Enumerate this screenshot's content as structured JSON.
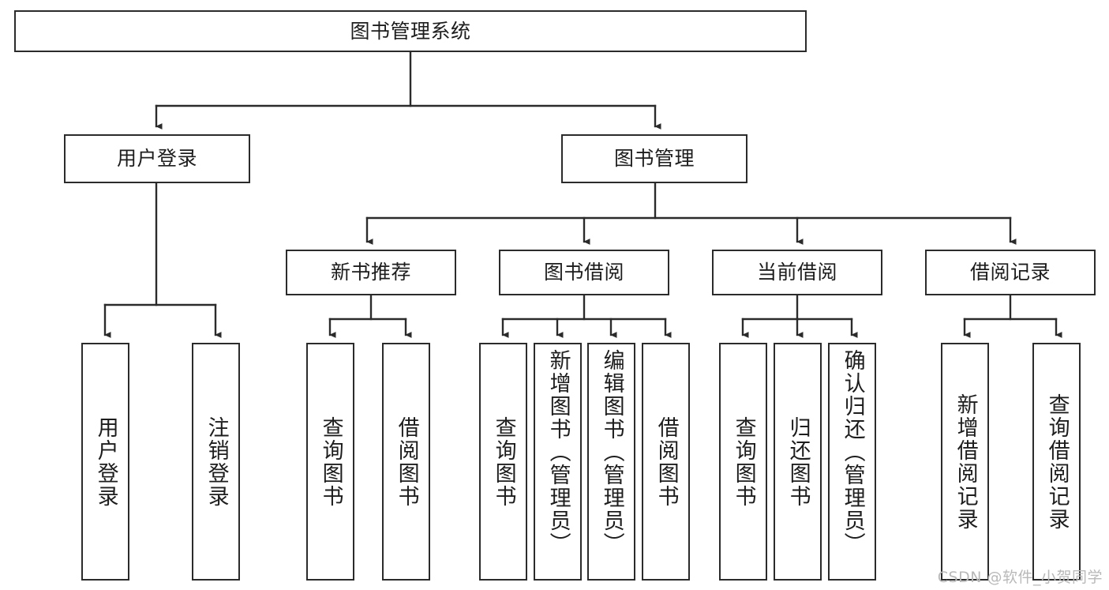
{
  "diagram": {
    "title": "图书管理系统",
    "type": "tree-hierarchy-chart",
    "stroke_color": "#2b2b2b",
    "fill_color": "#ffffff",
    "text_color": "#1d1d1d",
    "nodes": {
      "root": {
        "label": "图书管理系统",
        "level": 1,
        "orientation": "horizontal"
      },
      "l2": [
        {
          "label": "用户登录",
          "level": 2,
          "orientation": "horizontal"
        },
        {
          "label": "图书管理",
          "level": 2,
          "orientation": "horizontal"
        }
      ],
      "l3": [
        {
          "label": "新书推荐",
          "level": 3,
          "orientation": "horizontal"
        },
        {
          "label": "图书借阅",
          "level": 3,
          "orientation": "horizontal"
        },
        {
          "label": "当前借阅",
          "level": 3,
          "orientation": "horizontal"
        },
        {
          "label": "借阅记录",
          "level": 3,
          "orientation": "horizontal"
        }
      ],
      "leaves_user_login": [
        {
          "label": "用户登录",
          "orientation": "vertical"
        },
        {
          "label": "注销登录",
          "orientation": "vertical"
        }
      ],
      "leaves_new_book": [
        {
          "label": "查询图书",
          "orientation": "vertical"
        },
        {
          "label": "借阅图书",
          "orientation": "vertical"
        }
      ],
      "leaves_borrow": [
        {
          "label": "查询图书",
          "orientation": "vertical"
        },
        {
          "label": "新增图书（管理员）",
          "orientation": "vertical"
        },
        {
          "label": "编辑图书（管理员）",
          "orientation": "vertical"
        },
        {
          "label": "借阅图书",
          "orientation": "vertical"
        }
      ],
      "leaves_current": [
        {
          "label": "查询图书",
          "orientation": "vertical"
        },
        {
          "label": "归还图书",
          "orientation": "vertical"
        },
        {
          "label": "确认归还（管理员）",
          "orientation": "vertical"
        }
      ],
      "leaves_records": [
        {
          "label": "新增借阅记录",
          "orientation": "vertical"
        },
        {
          "label": "查询借阅记录",
          "orientation": "vertical"
        }
      ]
    }
  },
  "watermark": {
    "text": "CSDN @软件_小贺同学"
  }
}
